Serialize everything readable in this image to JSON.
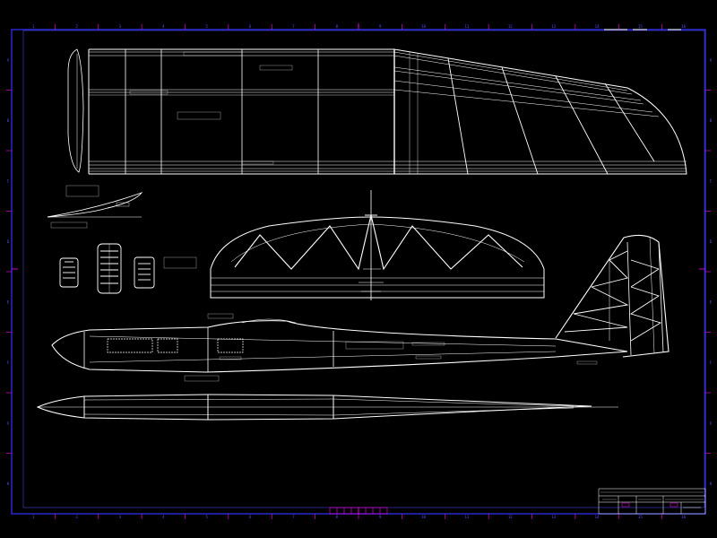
{
  "drawing": {
    "background_color": "#000000",
    "line_color": "#ffffff",
    "frame_color": "#3333ff",
    "tick_color": "#ff00ff",
    "margin_letters": [
      "A",
      "B",
      "C",
      "D",
      "E",
      "F",
      "G",
      "H"
    ],
    "margin_numbers": [
      "1",
      "2",
      "3",
      "4",
      "5",
      "6",
      "7",
      "8",
      "9",
      "10",
      "11",
      "12",
      "13",
      "14",
      "15",
      "16"
    ]
  },
  "notes": {
    "wing_title": "",
    "wing_spar_note": "",
    "wing_center_note": "",
    "section_label": "",
    "fuselage_note": "",
    "fin_label": "",
    "ribs_note": ""
  },
  "title_block": {
    "visible": true
  }
}
